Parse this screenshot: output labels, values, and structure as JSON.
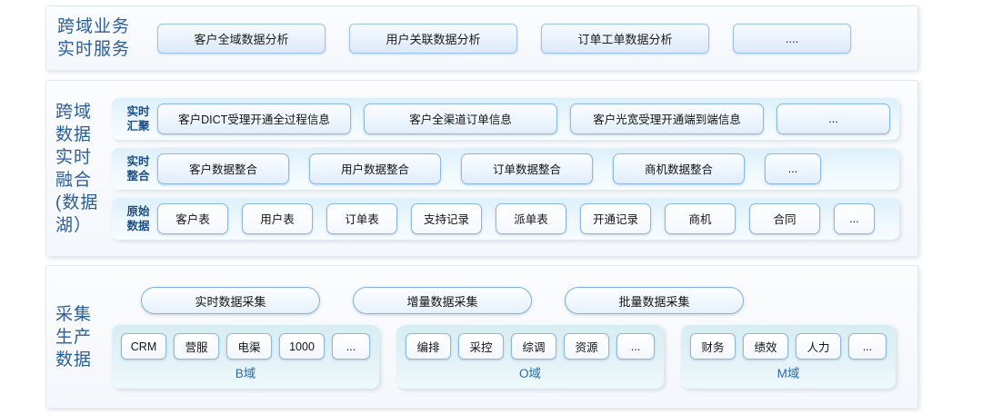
{
  "diagram": {
    "title_color": "#2c5e96",
    "accent_color": "#8ab8e0",
    "sections": {
      "service": {
        "label": "跨域业务\n实时服务",
        "items": [
          {
            "text": "客户全域数据分析"
          },
          {
            "text": "用户关联数据分析"
          },
          {
            "text": "订单工单数据分析"
          },
          {
            "text": "...."
          }
        ]
      },
      "fusion": {
        "label": "跨域\n数据\n实时\n融合\n(数据\n湖）",
        "rows": [
          {
            "tag": "实时\n汇聚",
            "items": [
              {
                "text": "客户DICT受理开通全过程信息"
              },
              {
                "text": "客户全渠道订单信息"
              },
              {
                "text": "客户光宽受理开通端到端信息"
              },
              {
                "text": "..."
              }
            ]
          },
          {
            "tag": "实时\n整合",
            "items": [
              {
                "text": "客户数据整合"
              },
              {
                "text": "用户数据整合"
              },
              {
                "text": "订单数据整合"
              },
              {
                "text": "商机数据整合"
              },
              {
                "text": "..."
              }
            ]
          },
          {
            "tag": "原始\n数据",
            "items": [
              {
                "text": "客户表"
              },
              {
                "text": "用户表"
              },
              {
                "text": "订单表"
              },
              {
                "text": "支持记录"
              },
              {
                "text": "派单表"
              },
              {
                "text": "开通记录"
              },
              {
                "text": "商机"
              },
              {
                "text": "合同"
              },
              {
                "text": "..."
              }
            ]
          }
        ]
      },
      "collect": {
        "label": "采集\n生产\n数据",
        "pills": [
          {
            "text": "实时数据采集"
          },
          {
            "text": "增量数据采集"
          },
          {
            "text": "批量数据采集"
          }
        ],
        "domains": [
          {
            "label": "B域",
            "items": [
              {
                "text": "CRM"
              },
              {
                "text": "营服"
              },
              {
                "text": "电渠"
              },
              {
                "text": "1000"
              },
              {
                "text": "..."
              }
            ]
          },
          {
            "label": "O域",
            "items": [
              {
                "text": "编排"
              },
              {
                "text": "采控"
              },
              {
                "text": "综调"
              },
              {
                "text": "资源"
              },
              {
                "text": "..."
              }
            ]
          },
          {
            "label": "M域",
            "items": [
              {
                "text": "财务"
              },
              {
                "text": "绩效"
              },
              {
                "text": "人力"
              },
              {
                "text": "..."
              }
            ]
          }
        ]
      }
    }
  }
}
